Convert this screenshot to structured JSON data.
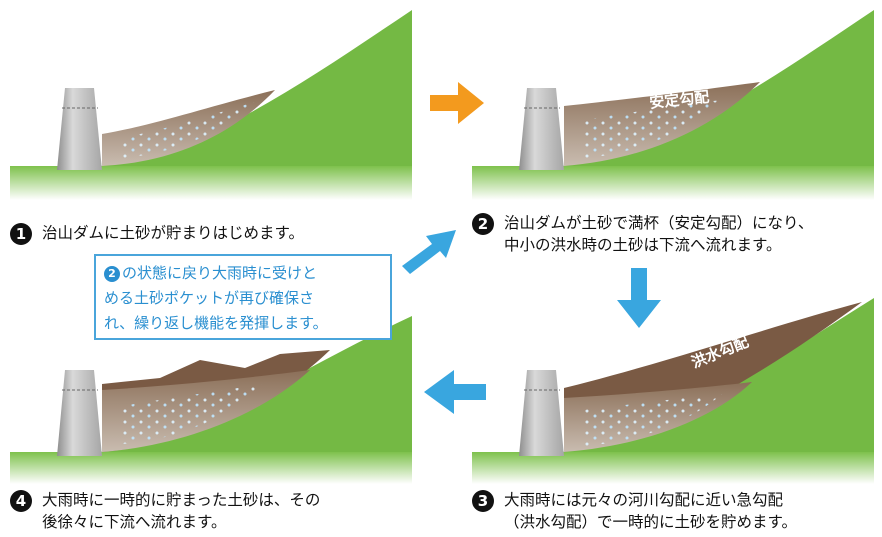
{
  "steps": [
    {
      "num": "1",
      "lines": [
        "治山ダムに土砂が貯まりはじめます。"
      ]
    },
    {
      "num": "2",
      "lines": [
        "治山ダムが土砂で満杯（安定勾配）になり、",
        "中小の洪水時の土砂は下流へ流れます。"
      ]
    },
    {
      "num": "3",
      "lines": [
        "大雨時には元々の河川勾配に近い急勾配",
        "（洪水勾配）で一時的に土砂を貯めます。"
      ]
    },
    {
      "num": "4",
      "lines": [
        "大雨時に一時的に貯まった土砂は、その",
        "後徐々に下流へ流れます。"
      ]
    }
  ],
  "panel_labels": {
    "stable_slope": "安定勾配",
    "flood_slope": "洪水勾配"
  },
  "note": {
    "ref_num": "2",
    "line1_rest": "の状態に戻り大雨時に受けと",
    "line2": "める土砂ポケットが再び確保さ",
    "line3": "れ、繰り返し機能を発揮します。"
  },
  "colors": {
    "hill": "#74b944",
    "sediment": "#8e7662",
    "flood_sediment": "#7a5a44",
    "arrow_orange": "#f39a1e",
    "arrow_blue": "#39a6df",
    "note_border": "#4aa5db",
    "note_text": "#2a8fd0",
    "dam": "#c8c8c8"
  },
  "icons": [
    "dam-icon",
    "orange-arrow-right-icon",
    "blue-arrow-up-right-icon",
    "blue-arrow-down-icon",
    "blue-arrow-left-icon"
  ]
}
